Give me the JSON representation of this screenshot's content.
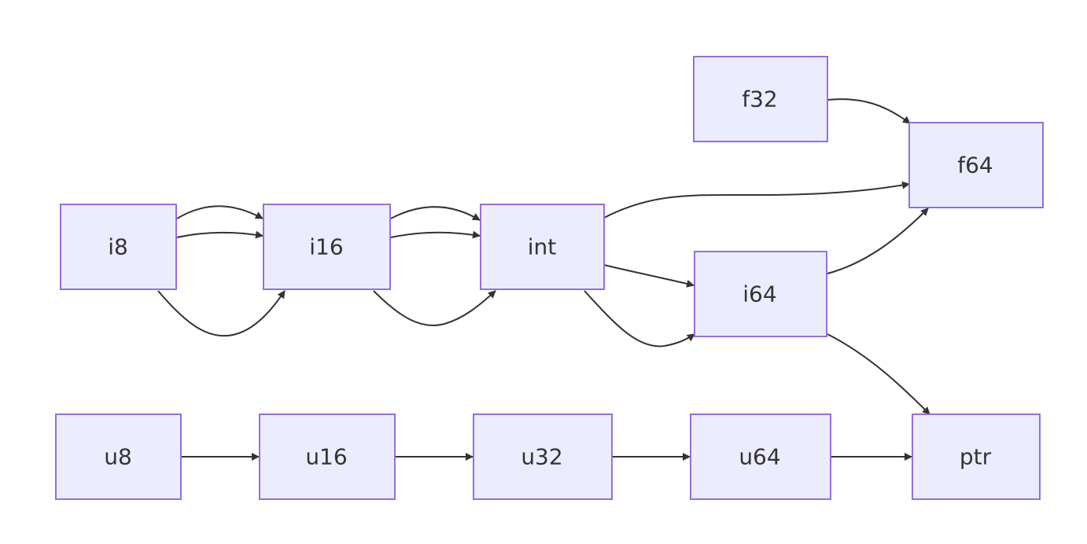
{
  "nodes": [
    {
      "id": "i8",
      "label": "i8"
    },
    {
      "id": "i16",
      "label": "i16"
    },
    {
      "id": "int",
      "label": "int"
    },
    {
      "id": "i64",
      "label": "i64"
    },
    {
      "id": "f32",
      "label": "f32"
    },
    {
      "id": "f64",
      "label": "f64"
    },
    {
      "id": "u8",
      "label": "u8"
    },
    {
      "id": "u16",
      "label": "u16"
    },
    {
      "id": "u32",
      "label": "u32"
    },
    {
      "id": "u64",
      "label": "u64"
    },
    {
      "id": "ptr",
      "label": "ptr"
    }
  ],
  "edges": [
    {
      "from": "i8",
      "to": "i16"
    },
    {
      "from": "i8",
      "to": "i16"
    },
    {
      "from": "i8",
      "to": "i16"
    },
    {
      "from": "i16",
      "to": "int"
    },
    {
      "from": "i16",
      "to": "int"
    },
    {
      "from": "i16",
      "to": "int"
    },
    {
      "from": "int",
      "to": "f64"
    },
    {
      "from": "int",
      "to": "i64"
    },
    {
      "from": "int",
      "to": "i64"
    },
    {
      "from": "f32",
      "to": "f64"
    },
    {
      "from": "i64",
      "to": "f64"
    },
    {
      "from": "i64",
      "to": "ptr"
    },
    {
      "from": "u8",
      "to": "u16"
    },
    {
      "from": "u16",
      "to": "u32"
    },
    {
      "from": "u32",
      "to": "u64"
    },
    {
      "from": "u64",
      "to": "ptr"
    }
  ],
  "colors": {
    "node_fill": "#ECECFF",
    "node_border": "#9370DB",
    "edge": "#333333",
    "text": "#333333"
  }
}
